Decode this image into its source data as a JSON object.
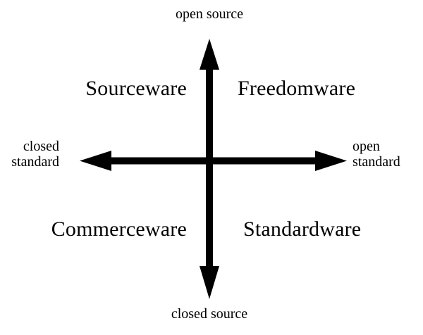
{
  "diagram": {
    "type": "2x2-quadrant-axis-chart",
    "background_color": "#ffffff",
    "stroke_color": "#000000",
    "axes": {
      "vertical": {
        "top_label": "open source",
        "bottom_label": "closed source"
      },
      "horizontal": {
        "left_label_line1": "closed",
        "left_label_line2": "standard",
        "right_label_line1": "open",
        "right_label_line2": "standard"
      }
    },
    "quadrants": {
      "top_left": "Sourceware",
      "top_right": "Freedomware",
      "bottom_left": "Commerceware",
      "bottom_right": "Standardware"
    }
  }
}
